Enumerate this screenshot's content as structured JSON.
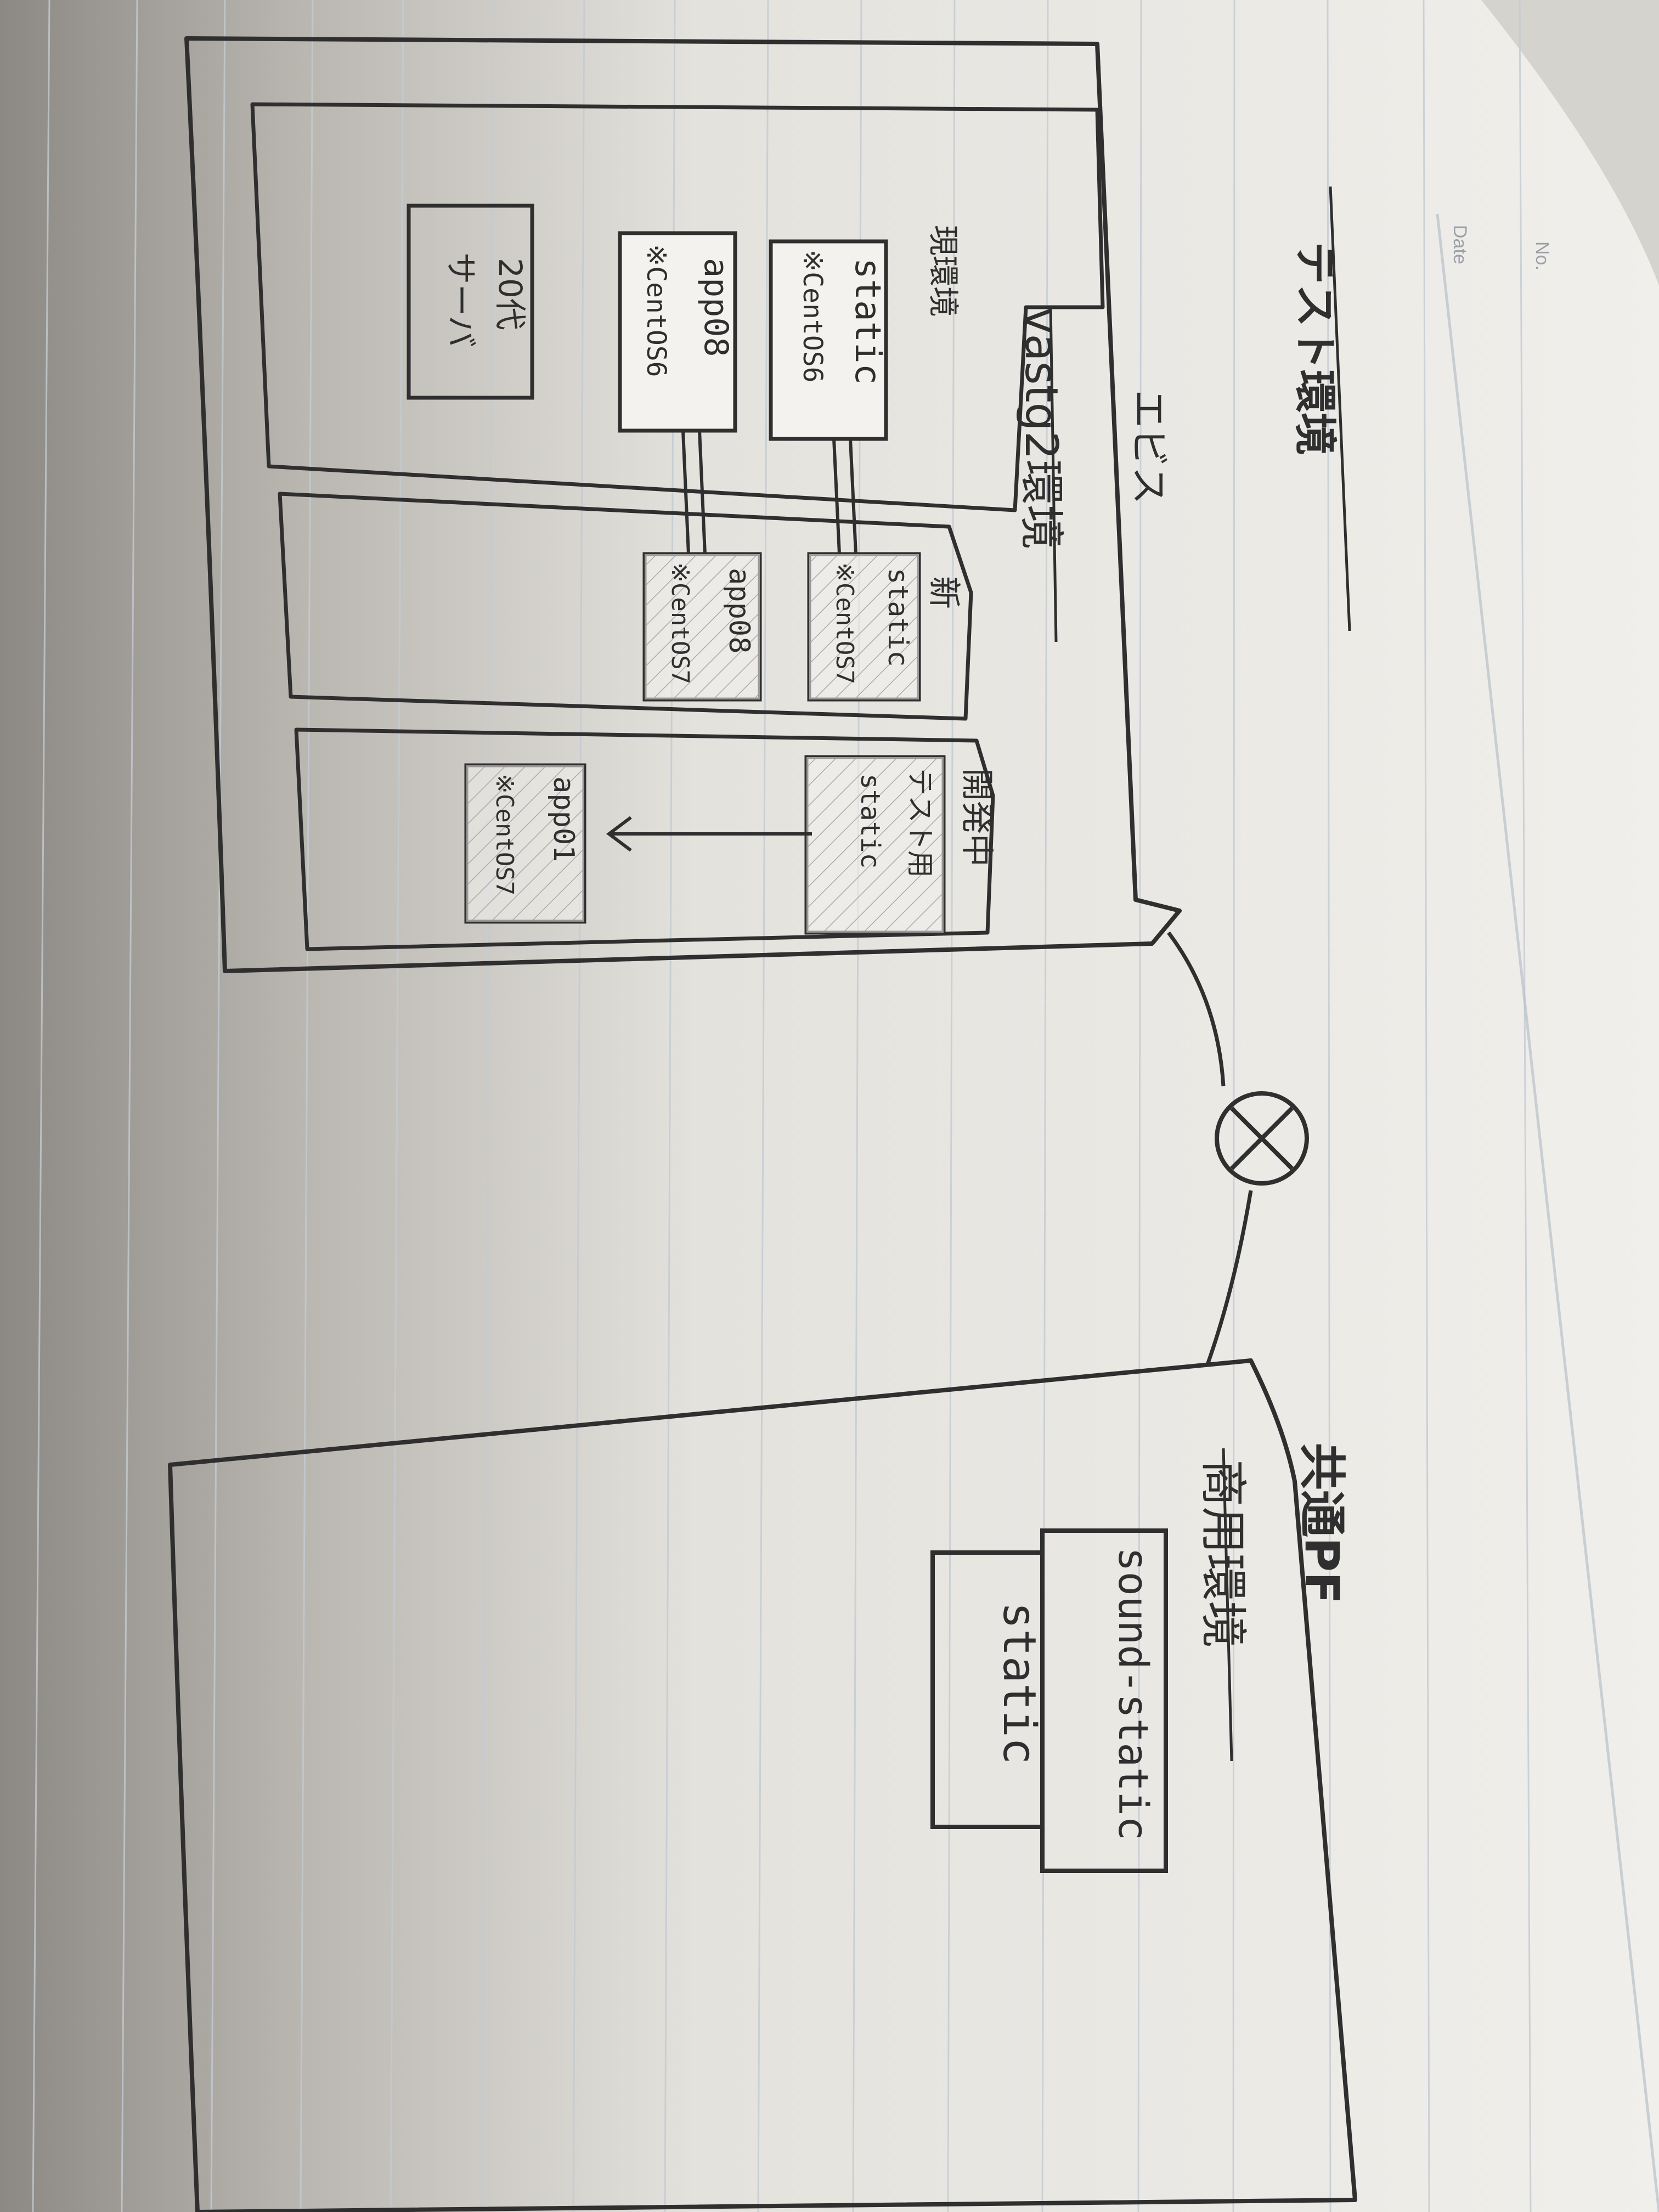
{
  "notebook_header": {
    "no": "No.",
    "date": "Date"
  },
  "page_title": "テスト環境",
  "colors": {
    "paper": "#eeece7",
    "ink": "#2f2f2f",
    "rule": "#c3cbd3",
    "shadow": "#8f8c86"
  },
  "diagram": {
    "region_label": "エビス",
    "env_label": "vastg2環境",
    "groups": {
      "legacy": {
        "label": "現環境",
        "servers": [
          {
            "name": "static",
            "os": "※CentOS6"
          },
          {
            "name": "app08",
            "os": "※CentOS6"
          }
        ],
        "note_line1": "20代",
        "note_line2": "サーバ"
      },
      "new": {
        "label": "新",
        "servers": [
          {
            "name": "static",
            "os": "※CentOS7"
          },
          {
            "name": "app08",
            "os": "※CentOS7"
          }
        ]
      },
      "dev": {
        "label": "開発中",
        "servers": [
          {
            "name": "テスト用",
            "name2": "static"
          },
          {
            "name": "app01",
            "os": "※CentOS7"
          }
        ]
      }
    },
    "link_status_icon": "circled-x-icon",
    "shared_pf": {
      "label": "共通PF",
      "env_label": "商用環境",
      "servers": [
        "sound-static",
        "static"
      ]
    }
  }
}
